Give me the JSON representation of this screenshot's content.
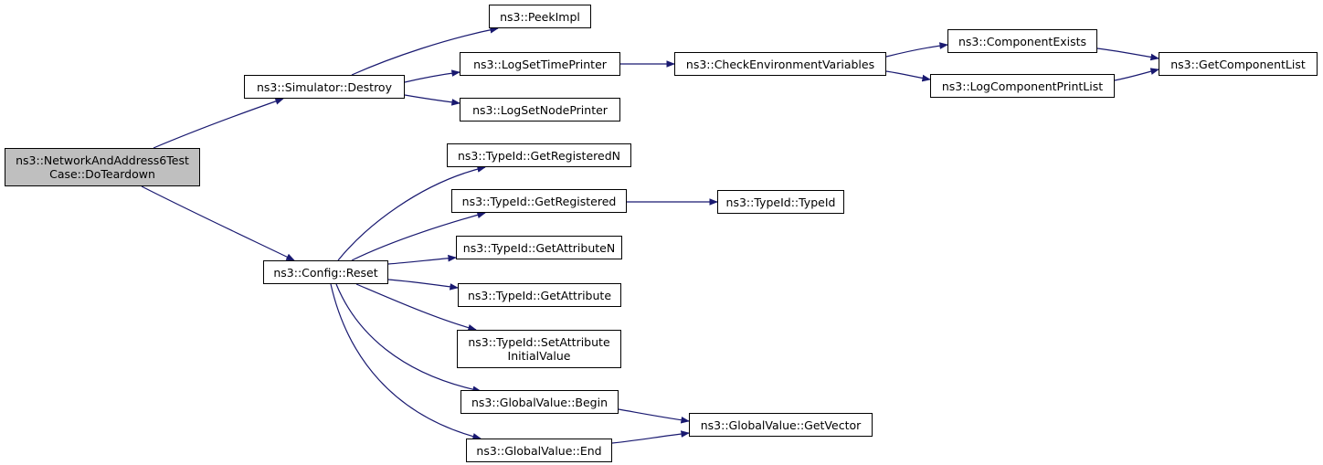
{
  "diagram": {
    "colors": {
      "edge": "#191970",
      "node_border": "#000000",
      "root_fill": "#bfbfbf",
      "node_fill": "#ffffff"
    },
    "nodes": {
      "root": {
        "lines": [
          "ns3::NetworkAndAddress6Test",
          "Case::DoTeardown"
        ]
      },
      "sim_destroy": {
        "lines": [
          "ns3::Simulator::Destroy"
        ]
      },
      "peek_impl": {
        "lines": [
          "ns3::PeekImpl"
        ]
      },
      "log_set_time_printer": {
        "lines": [
          "ns3::LogSetTimePrinter"
        ]
      },
      "log_set_node_printer": {
        "lines": [
          "ns3::LogSetNodePrinter"
        ]
      },
      "check_env_vars": {
        "lines": [
          "ns3::CheckEnvironmentVariables"
        ]
      },
      "component_exists": {
        "lines": [
          "ns3::ComponentExists"
        ]
      },
      "log_component_print_list": {
        "lines": [
          "ns3::LogComponentPrintList"
        ]
      },
      "get_component_list": {
        "lines": [
          "ns3::GetComponentList"
        ]
      },
      "config_reset": {
        "lines": [
          "ns3::Config::Reset"
        ]
      },
      "typeid_get_registered_n": {
        "lines": [
          "ns3::TypeId::GetRegisteredN"
        ]
      },
      "typeid_get_registered": {
        "lines": [
          "ns3::TypeId::GetRegistered"
        ]
      },
      "typeid_typeid": {
        "lines": [
          "ns3::TypeId::TypeId"
        ]
      },
      "typeid_get_attribute_n": {
        "lines": [
          "ns3::TypeId::GetAttributeN"
        ]
      },
      "typeid_get_attribute": {
        "lines": [
          "ns3::TypeId::GetAttribute"
        ]
      },
      "typeid_set_attr_initial": {
        "lines": [
          "ns3::TypeId::SetAttribute",
          "InitialValue"
        ]
      },
      "gv_begin": {
        "lines": [
          "ns3::GlobalValue::Begin"
        ]
      },
      "gv_end": {
        "lines": [
          "ns3::GlobalValue::End"
        ]
      },
      "gv_get_vector": {
        "lines": [
          "ns3::GlobalValue::GetVector"
        ]
      }
    }
  }
}
